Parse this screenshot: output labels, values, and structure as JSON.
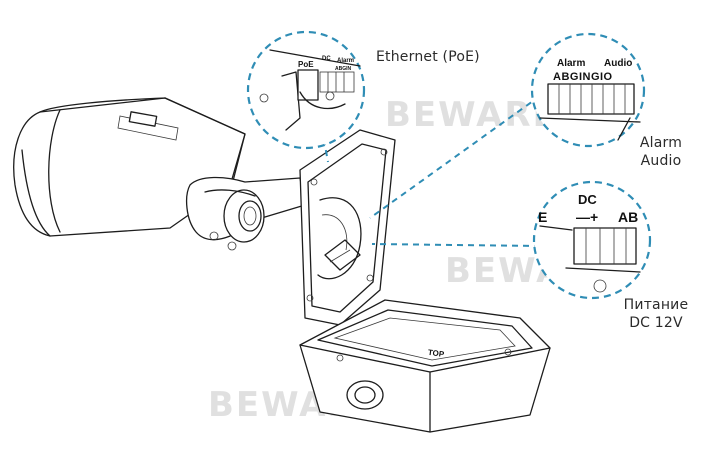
{
  "watermark": "BEWARD",
  "labels": {
    "ethernet": "Ethernet (PoE)",
    "alarm_line1": "Alarm",
    "alarm_line2": "Audio",
    "power_line1": "Питание",
    "power_line2": "DC 12V"
  },
  "zoom_poe": {
    "poe": "PoE",
    "dc": "DC",
    "alarm": "Alarm",
    "pins": "ABGIN"
  },
  "zoom_alarm": {
    "alarm": "Alarm",
    "audio": "Audio",
    "pins": "ABGINGIO"
  },
  "zoom_dc": {
    "dc": "DC",
    "polarity": "—+",
    "ab": "AB",
    "left_fragment": "E"
  },
  "box_text": "TOP",
  "colors": {
    "leader": "#2f8db5",
    "line": "#1d1d1d",
    "watermark": "#c7c7c7"
  }
}
